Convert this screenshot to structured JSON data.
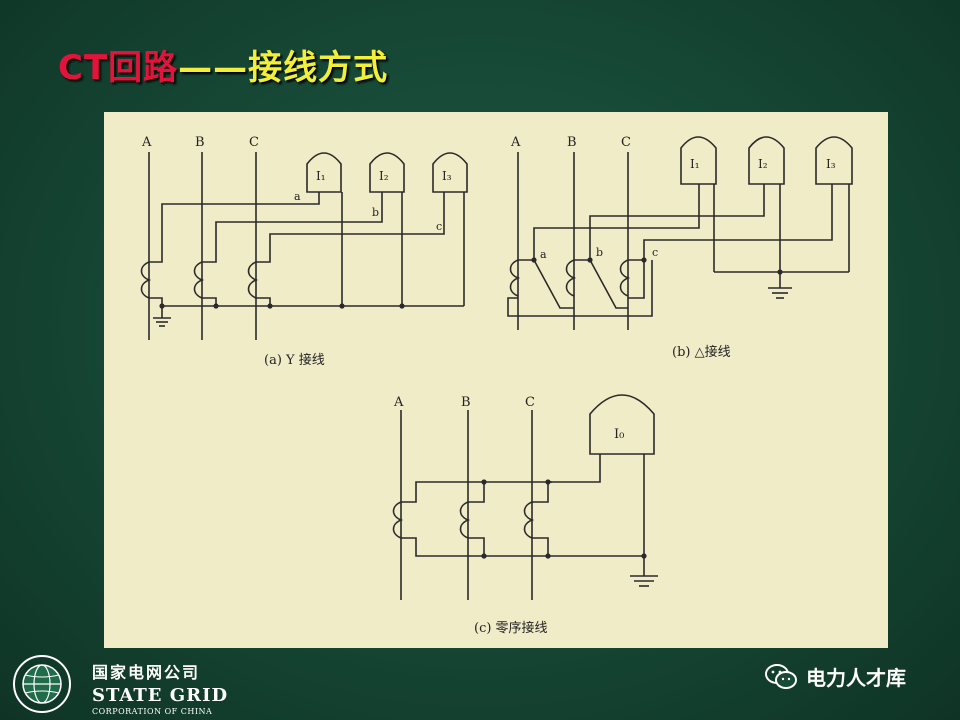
{
  "slide": {
    "title_part1": "CT回路",
    "title_part2": "——接线方式"
  },
  "figure": {
    "a": {
      "phase_labels": [
        "A",
        "B",
        "C"
      ],
      "meter_labels": [
        "I₁",
        "I₂",
        "I₃"
      ],
      "wire_labels": [
        "a",
        "b",
        "c"
      ],
      "caption": "(a)   Y 接线"
    },
    "b": {
      "phase_labels": [
        "A",
        "B",
        "C"
      ],
      "meter_labels": [
        "I₁",
        "I₂",
        "I₃"
      ],
      "wire_labels": [
        "a",
        "b",
        "c"
      ],
      "caption": "(b) △接线"
    },
    "c": {
      "phase_labels": [
        "A",
        "B",
        "C"
      ],
      "meter_label": "I₀",
      "caption": "(c) 零序接线"
    }
  },
  "footer": {
    "company_cn": "国家电网公司",
    "company_en": "STATE GRID",
    "company_sub": "CORPORATION OF CHINA",
    "account_name": "电力人才库"
  },
  "colors": {
    "background": "#174a37",
    "title_red": "#e3143b",
    "title_yellow": "#f2ee3a",
    "figure_paper": "#f1ecc8"
  }
}
